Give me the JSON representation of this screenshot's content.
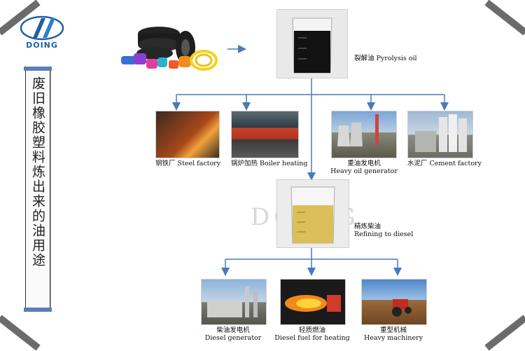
{
  "brand": {
    "name": "DOING"
  },
  "side_title": "废旧橡胶塑料炼出来的油用途",
  "source": {
    "label": "裂解油 Pyrolysis oil"
  },
  "level1": [
    {
      "label": "钢铁厂  Steel factory"
    },
    {
      "label": "锅炉加热 Boiler heating"
    },
    {
      "label": "重油发电机",
      "label_en": "Heavy oil generator"
    },
    {
      "label": "水泥厂 Cement factory"
    }
  ],
  "refine": {
    "label": "精炼柴油",
    "label_en": "Refining to diesel"
  },
  "level2": [
    {
      "label": "柴油发电机",
      "label_en": "Diesel generator"
    },
    {
      "label": "轻质燃油",
      "label_en": "Diesel fuel for heating"
    },
    {
      "label": "重型机械",
      "label_en": "Heavy machinery"
    }
  ],
  "watermark": "DOING",
  "colors": {
    "arrow": "#4a7ab8",
    "brand": "#1f5fa8"
  }
}
